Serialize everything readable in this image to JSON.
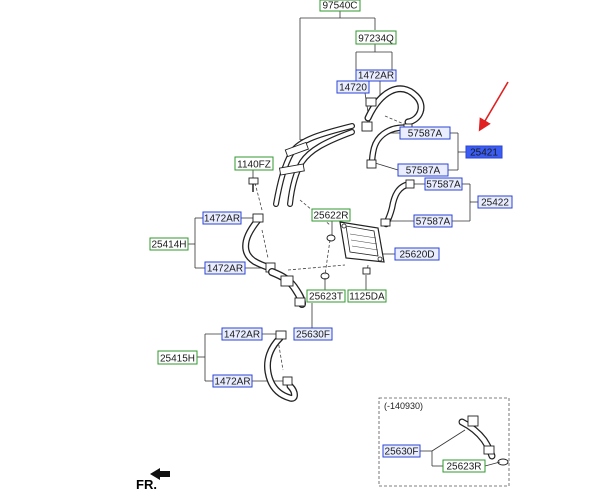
{
  "colors": {
    "green_box": "#2f9a2f",
    "blue_box": "#2b45d6",
    "blue_fill": "#e9edff",
    "highlight_fill": "#3a5cf0",
    "highlight_text": "#ffffff",
    "arrow": "#e02020",
    "line": "#333333"
  },
  "labels": {
    "p97540C": "97540C",
    "p97234Q": "97234Q",
    "p1472AR_top": "1472AR",
    "p14720": "14720",
    "p57587A_1": "57587A",
    "p25421": "25421",
    "p57587A_2": "57587A",
    "p1140FZ": "1140FZ",
    "p57587A_3": "57587A",
    "p25422": "25422",
    "p57587A_4": "57587A",
    "p1472AR_mid1": "1472AR",
    "p25622R": "25622R",
    "p25414H": "25414H",
    "p25620D": "25620D",
    "p1472AR_mid2": "1472AR",
    "p25623T": "25623T",
    "p1125DA": "1125DA",
    "p25630F": "25630F",
    "p1472AR_low1": "1472AR",
    "p25415H": "25415H",
    "p1472AR_low2": "1472AR",
    "inset_date": "(-140930)",
    "inset_25630F": "25630F",
    "inset_25623R": "25623R",
    "fr": "FR."
  },
  "icons": {
    "front_arrow": "front-direction-arrow-icon",
    "callout_arrow": "red-callout-arrow-icon"
  }
}
